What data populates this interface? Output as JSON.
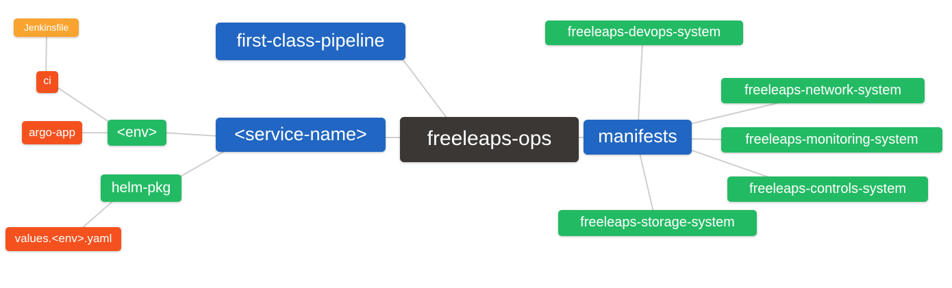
{
  "diagram": {
    "background": "#ffffff",
    "colors": {
      "blue": "#2166C2",
      "green": "#23BA64",
      "red": "#F4511E",
      "orange": "#F9A430",
      "dark": "#3B3734",
      "edge": "#CFCFCF",
      "text": "#FFFFFF"
    },
    "nodes": {
      "jenkinsfile": {
        "label": "Jenkinsfile",
        "color": "orange"
      },
      "ci": {
        "label": "ci",
        "color": "red"
      },
      "argo_app": {
        "label": "argo-app",
        "color": "red"
      },
      "env": {
        "label": "<env>",
        "color": "green"
      },
      "helm_pkg": {
        "label": "helm-pkg",
        "color": "green"
      },
      "values_yaml": {
        "label": "values.<env>.yaml",
        "color": "red"
      },
      "first_class_pipeline": {
        "label": "first-class-pipeline",
        "color": "blue"
      },
      "service_name": {
        "label": "<service-name>",
        "color": "blue"
      },
      "freeleaps_ops": {
        "label": "freeleaps-ops",
        "color": "dark"
      },
      "manifests": {
        "label": "manifests",
        "color": "blue"
      },
      "devops_system": {
        "label": "freeleaps-devops-system",
        "color": "green"
      },
      "network_system": {
        "label": "freeleaps-network-system",
        "color": "green"
      },
      "monitoring_system": {
        "label": "freeleaps-monitoring-system",
        "color": "green"
      },
      "controls_system": {
        "label": "freeleaps-controls-system",
        "color": "green"
      },
      "storage_system": {
        "label": "freeleaps-storage-system",
        "color": "green"
      }
    }
  }
}
